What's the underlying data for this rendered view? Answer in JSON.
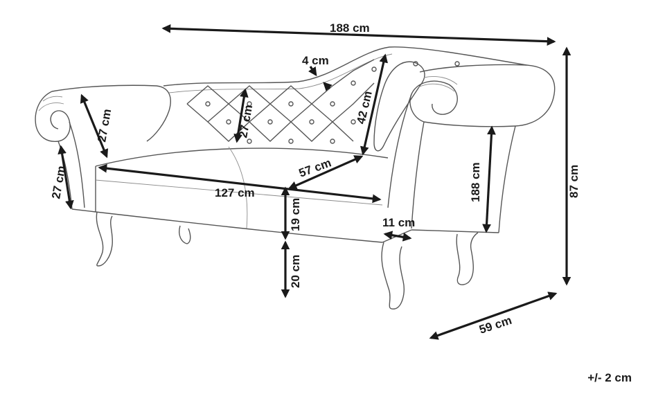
{
  "dimensions": {
    "total_length": "188 cm",
    "back_padding": "4 cm",
    "backrest_height_low": "27 cm",
    "backrest_height_high": "42 cm",
    "seat_depth": "57 cm",
    "seat_length": "127 cm",
    "left_arm_width": "27 cm",
    "left_arm_height": "27 cm",
    "right_arm_height": "188 cm",
    "arm_thickness": "11 cm",
    "seat_thickness": "19 cm",
    "leg_height": "20 cm",
    "total_height": "87 cm",
    "total_depth": "59 cm"
  },
  "tolerance": "+/- 2 cm",
  "colors": {
    "line": "#555555",
    "arrow": "#1a1a1a",
    "background": "#ffffff"
  }
}
